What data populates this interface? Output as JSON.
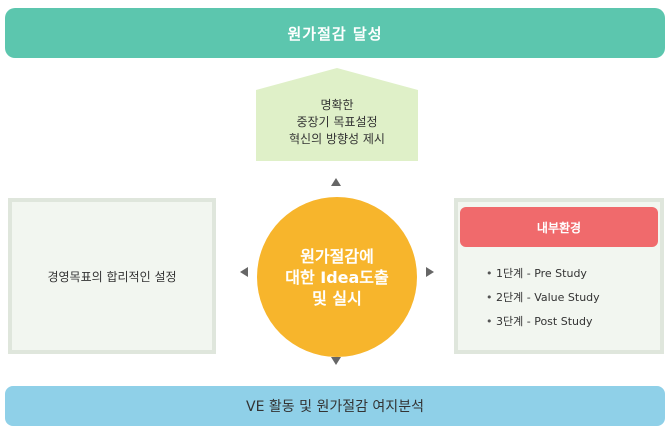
{
  "top_banner": {
    "label": "원가절감 달성",
    "color": "#5cc6ae"
  },
  "top_box": {
    "lines": [
      "명확한",
      "중장기 목표설정",
      "혁신의 방향성 제시"
    ],
    "color": "#dff0c8"
  },
  "left_box": {
    "label": "경영목표의 합리적인 설정"
  },
  "center_circle": {
    "lines": [
      "원가절감에",
      "대한 Idea도출",
      "및 실시"
    ],
    "color": "#f7b52c"
  },
  "right_box": {
    "header": "내부환경",
    "header_color": "#f06a6c",
    "items": [
      "1단계 - Pre Study",
      "2단계 - Value Study",
      "3단계 - Post Study"
    ]
  },
  "bottom_banner": {
    "label": "VE 활동 및 원가절감 여지분석",
    "color": "#8fd0e8"
  }
}
